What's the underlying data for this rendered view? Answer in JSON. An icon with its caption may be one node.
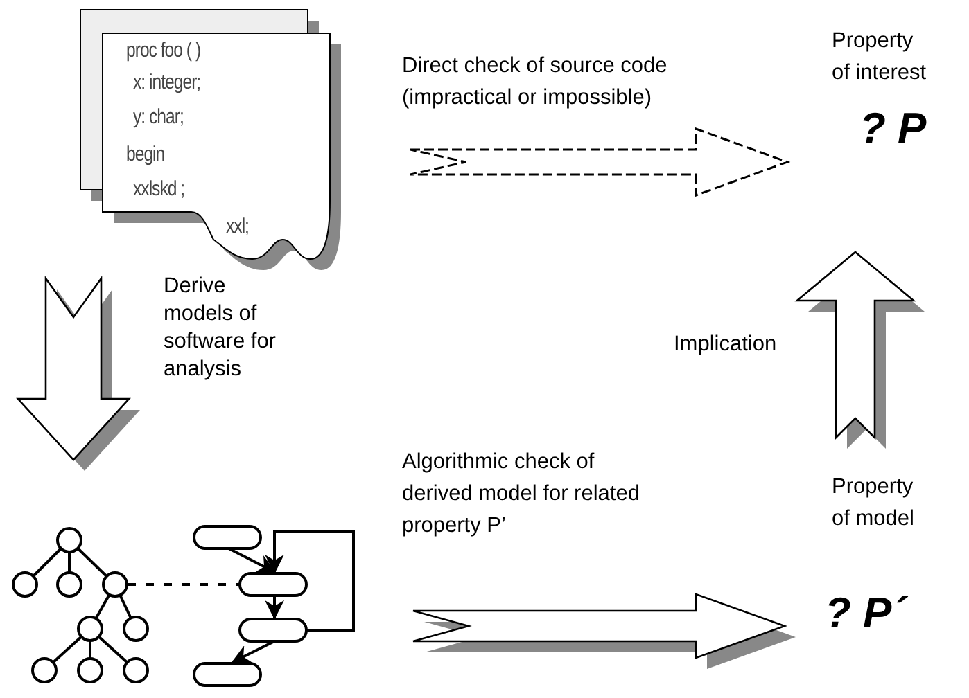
{
  "diagram": {
    "nodes": [
      {
        "text": [
          "proc foo ( )",
          "x: integer;",
          "y: char;",
          "begin",
          "xxlskd ;",
          "xxl;"
        ]
      },
      {
        "text": [
          "Property of interest",
          "? P"
        ]
      },
      {
        "text": [
          "Property of model",
          "? P´"
        ]
      },
      {
        "text": [],
        "shape": "picture"
      }
    ],
    "edges": [
      {
        "from": 0,
        "to": 1,
        "arrow": "to",
        "style": "dashed",
        "label": "Direct check of source code (impractical or impossible)"
      },
      {
        "from": 0,
        "to": 3,
        "arrow": "to",
        "label": "Derive models of software for analysis"
      },
      {
        "from": 3,
        "to": 2,
        "arrow": "to",
        "label": "Algorithmic check of derived model for related property P’"
      },
      {
        "from": 2,
        "to": 1,
        "arrow": "to",
        "label": "Implication"
      }
    ]
  }
}
